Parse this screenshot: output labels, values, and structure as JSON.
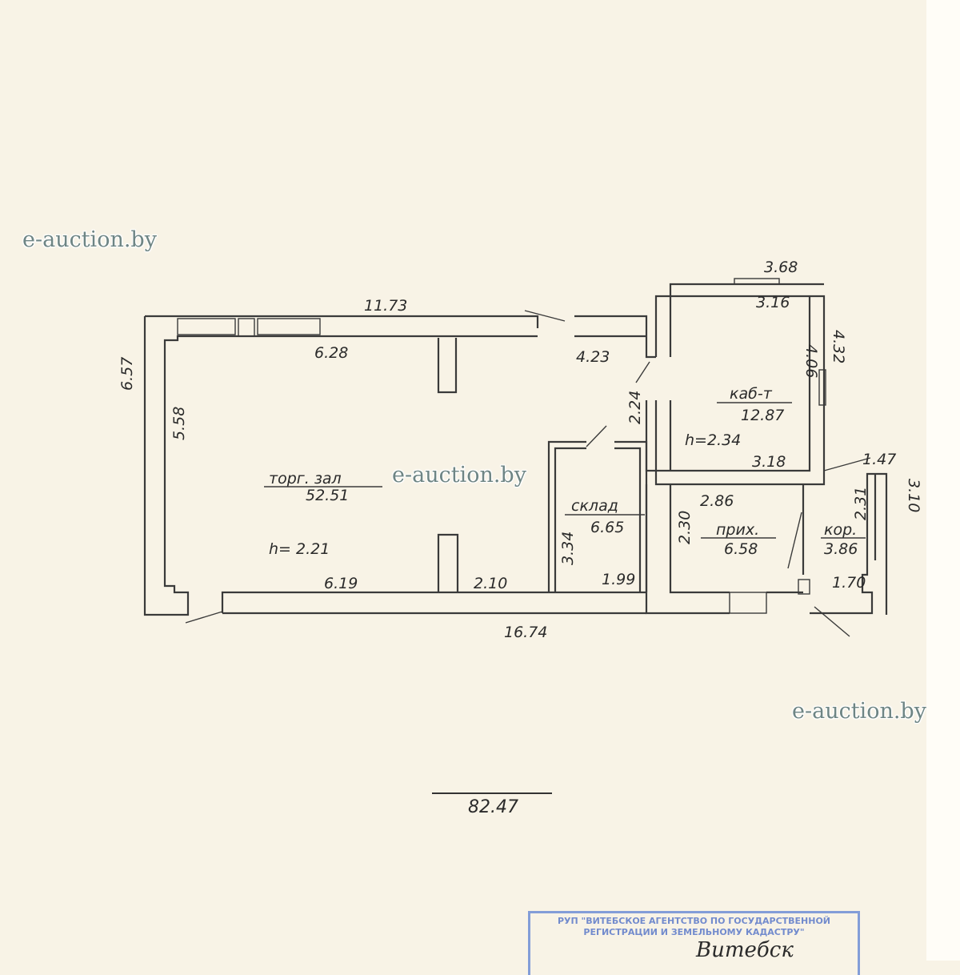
{
  "watermarks": [
    "e-auction.by",
    "e-auction.by",
    "e-auction.by"
  ],
  "dimensions": {
    "top_overall": "11.73",
    "top_left_window": "6.28",
    "top_right_segment": "4.23",
    "left_outer": "6.57",
    "left_inner": "5.58",
    "bottom_overall": "16.74",
    "bottom_left": "6.19",
    "bottom_mid": "2.10",
    "sklad_bottom": "1.99",
    "sklad_left": "3.34",
    "corridor": "2.24",
    "kab_top_outer": "3.68",
    "kab_top_inner": "3.16",
    "kab_right_inner": "4.06",
    "kab_right_outer": "4.32",
    "kab_bottom": "3.18",
    "prih_top": "2.86",
    "prih_left": "2.30",
    "kor_top": "1.47",
    "kor_right_inner": "2.31",
    "kor_right_outer": "3.10",
    "kor_bottom": "1.70"
  },
  "rooms": {
    "sales_hall": {
      "name": "торг. зал",
      "area": "52.51",
      "height": "h= 2.21"
    },
    "storage": {
      "name": "склад",
      "area": "6.65"
    },
    "office": {
      "name": "каб-т",
      "area": "12.87",
      "height": "h=2.34"
    },
    "hallway": {
      "name": "прих.",
      "area": "6.58"
    },
    "corridor": {
      "name": "кор.",
      "area": "3.86"
    }
  },
  "total_area": "82.47",
  "stamp": {
    "line1": "РУП \"ВИТЕБСКОЕ АГЕНТСТВО ПО ГОСУДАРСТВЕННОЙ",
    "line2": "РЕГИСТРАЦИИ И ЗЕМЕЛЬНОМУ КАДАСТРУ\"",
    "city": "Витебск"
  }
}
